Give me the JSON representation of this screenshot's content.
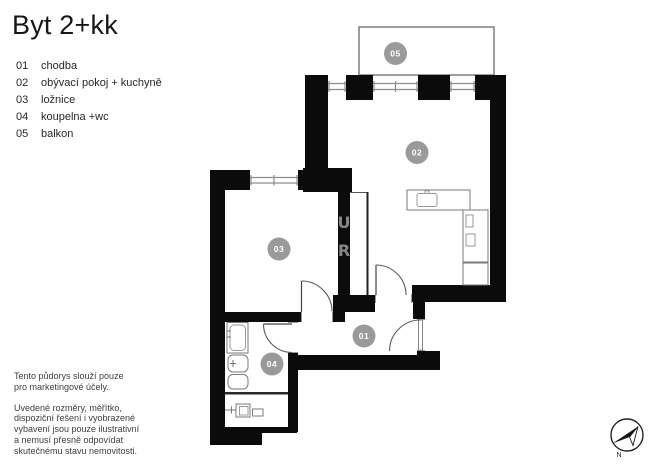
{
  "title": "Byt 2+kk",
  "legend": {
    "items": [
      {
        "num": "01",
        "label": "chodba"
      },
      {
        "num": "02",
        "label": "obývací pokoj + kuchyně"
      },
      {
        "num": "03",
        "label": "ložnice"
      },
      {
        "num": "04",
        "label": "koupelna +wc"
      },
      {
        "num": "05",
        "label": "balkon"
      }
    ]
  },
  "plan": {
    "room_labels": [
      "01",
      "02",
      "03",
      "04",
      "05"
    ],
    "watermark_letters": [
      "U",
      "R"
    ]
  },
  "disclaimer": {
    "para1": "Tento půdorys slouží pouze\npro marketingové účely.",
    "para2": "Uvedené rozměry, měřítko,\ndispoziční řešení i vyobrazené\nvybavení jsou pouze ilustrativní\na nemusí přesně odpovídat\nskutečnému stavu nemovitosti."
  },
  "compass": {
    "north_label": "N"
  },
  "colors": {
    "wall": "#0b0b0b",
    "room_badge": "#9a9a9a",
    "badge_text": "#ffffff",
    "background": "#ffffff"
  }
}
